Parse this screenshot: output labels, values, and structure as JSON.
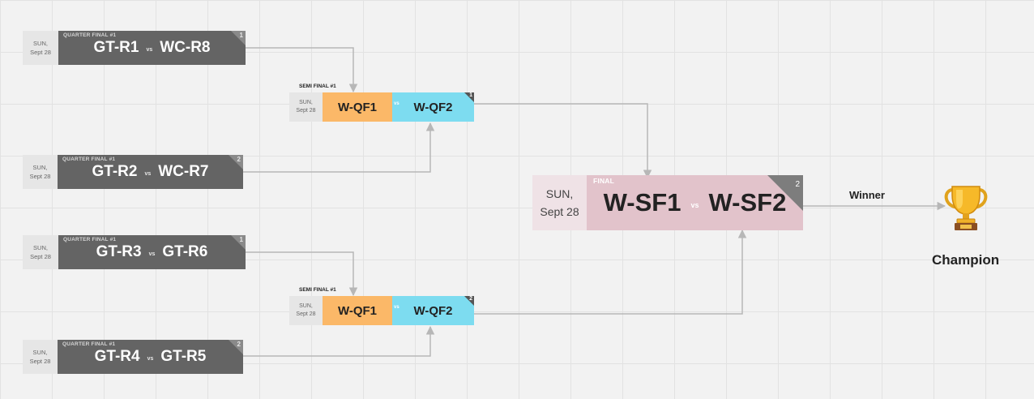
{
  "quarter_finals": [
    {
      "date_day": "SUN,",
      "date_label": "Sept 28",
      "round_title": "QUARTER FINAL #1",
      "team_a": "GT-R1",
      "team_b": "WC-R8",
      "vs": "vs",
      "number": "1"
    },
    {
      "date_day": "SUN,",
      "date_label": "Sept 28",
      "round_title": "QUARTER FINAL #1",
      "team_a": "GT-R2",
      "team_b": "WC-R7",
      "vs": "vs",
      "number": "2"
    },
    {
      "date_day": "SUN,",
      "date_label": "Sept 28",
      "round_title": "QUARTER FINAL #1",
      "team_a": "GT-R3",
      "team_b": "GT-R6",
      "vs": "vs",
      "number": "1"
    },
    {
      "date_day": "SUN,",
      "date_label": "Sept 28",
      "round_title": "QUARTER FINAL #1",
      "team_a": "GT-R4",
      "team_b": "GT-R5",
      "vs": "vs",
      "number": "2"
    }
  ],
  "semi_finals": [
    {
      "date_day": "SUN,",
      "date_label": "Sept 28",
      "round_title": "SEMI FINAL #1",
      "team_a": "W-QF1",
      "team_b": "W-QF2",
      "vs": "vs",
      "number": "1"
    },
    {
      "date_day": "SUN,",
      "date_label": "Sept 28",
      "round_title": "SEMI FINAL #1",
      "team_a": "W-QF1",
      "team_b": "W-QF2",
      "vs": "vs",
      "number": "2"
    }
  ],
  "final": {
    "date_day": "SUN,",
    "date_label": "Sept 28",
    "round_title": "FINAL",
    "team_a": "W-SF1",
    "team_b": "W-SF2",
    "vs": "vs",
    "number": "2"
  },
  "winner_label": "Winner",
  "champion_label": "Champion",
  "icons": {
    "trophy": "trophy-icon"
  },
  "colors": {
    "qf_body": "#646464",
    "sf_team_a": "#fbb868",
    "sf_team_b": "#7ddcf0",
    "final_body": "#e2c3cb",
    "connector": "#b7b7b7"
  }
}
